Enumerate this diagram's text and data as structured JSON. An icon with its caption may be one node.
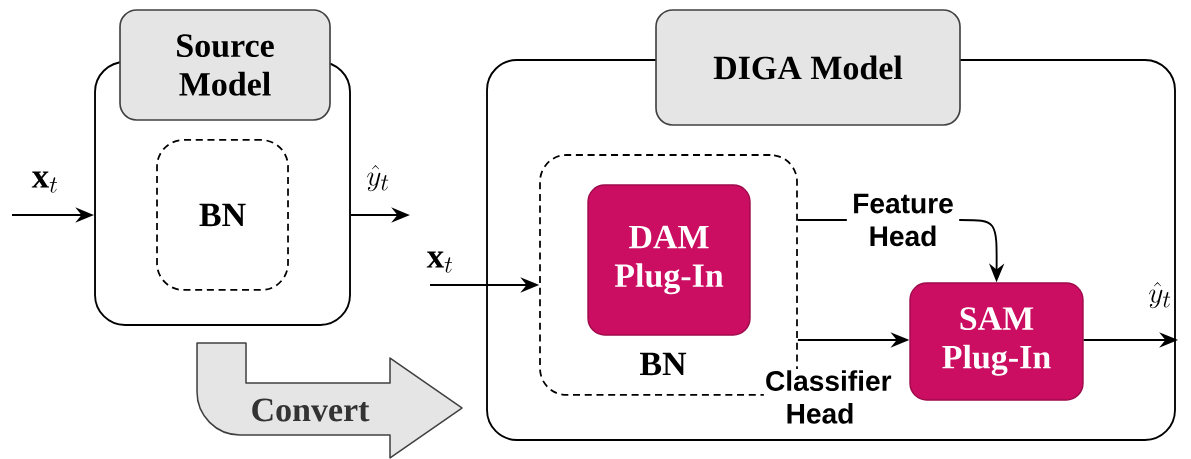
{
  "diagram": {
    "nodes": [
      {
        "text": [],
        "shape": "box"
      },
      {
        "text": [
          "Source Model"
        ]
      },
      {
        "text": [
          "BN"
        ],
        "in": 0
      },
      {
        "text": [],
        "shape": "box"
      },
      {
        "text": [
          "DIGA Model"
        ]
      },
      {
        "text": [
          "BN"
        ],
        "in": 3
      },
      {
        "text": [
          "DAM Plug-In"
        ],
        "in": 5
      },
      {
        "text": [
          "SAM Plug-In"
        ],
        "in": 3
      },
      {
        "text": [
          "Convert"
        ]
      }
    ],
    "edges": [
      {
        "from": null,
        "to": 0,
        "arrow": "to",
        "label": "\\mathbf{x}_t"
      },
      {
        "from": 0,
        "to": null,
        "arrow": "to",
        "label": "\\hat{y}_t"
      },
      {
        "from": null,
        "to": 5,
        "arrow": "to",
        "label": "\\mathbf{x}_t"
      },
      {
        "from": 5,
        "to": 7,
        "arrow": "to",
        "label": "Feature Head"
      },
      {
        "from": 5,
        "to": 7,
        "arrow": "to",
        "label": "Classifier Head"
      },
      {
        "from": 7,
        "to": null,
        "arrow": "to",
        "label": "\\hat{y}_t"
      }
    ]
  }
}
